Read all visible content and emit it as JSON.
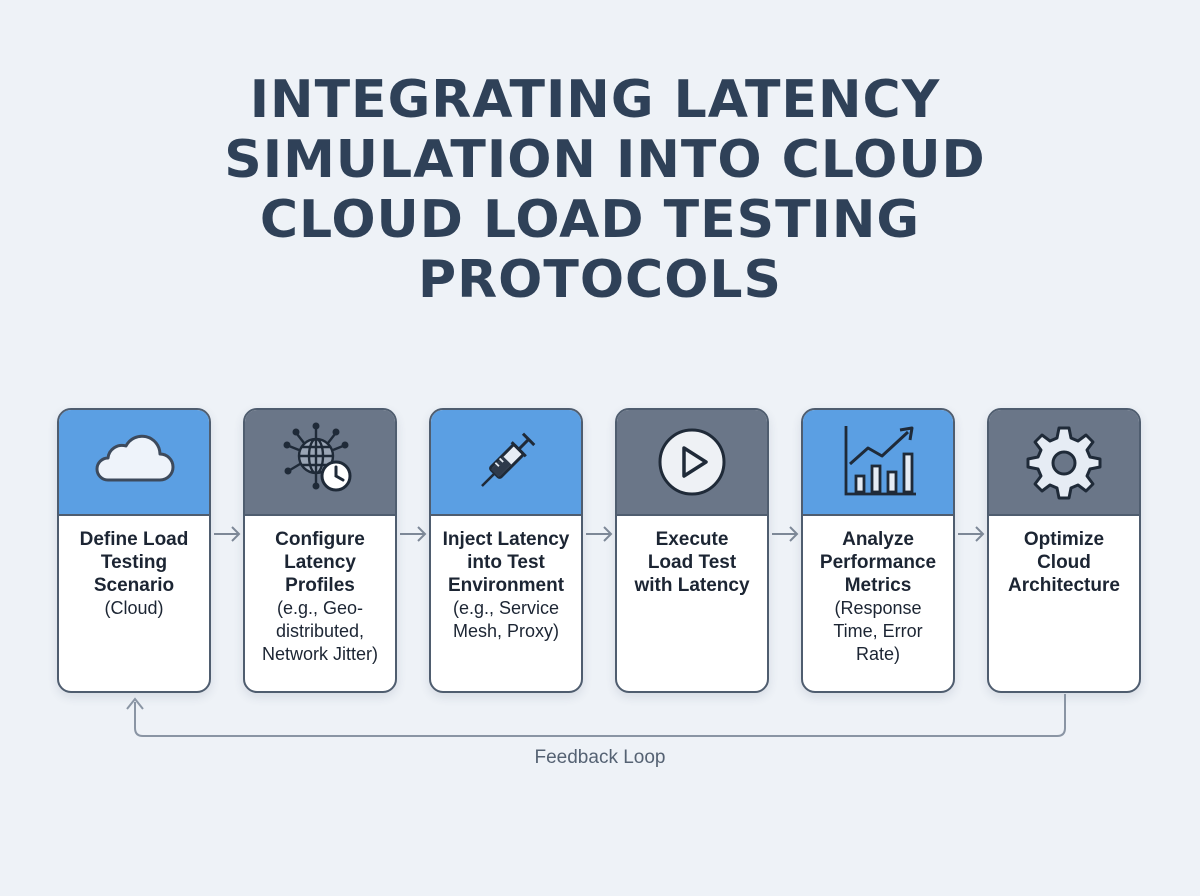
{
  "title": {
    "line1": "INTEGRATING LATENCY",
    "line2": "SIMULATION INTO CLOUD",
    "line3": "CLOUD LOAD TESTING",
    "line4": "PROTOCOLS"
  },
  "steps": [
    {
      "icon": "cloud-icon",
      "header_color": "#5b9fe3",
      "title_lines": [
        "Define Load",
        "Testing",
        "Scenario"
      ],
      "sub_lines": [
        "(Cloud)"
      ]
    },
    {
      "icon": "globe-clock-icon",
      "header_color": "#6a7688",
      "title_lines": [
        "Configure",
        "Latency",
        "Profiles"
      ],
      "sub_lines": [
        "(e.g., Geo-",
        "distributed,",
        "Network Jitter)"
      ]
    },
    {
      "icon": "syringe-icon",
      "header_color": "#5b9fe3",
      "title_lines": [
        "Inject Latency",
        "into Test",
        "Environment"
      ],
      "sub_lines": [
        "(e.g., Service",
        "Mesh, Proxy)"
      ]
    },
    {
      "icon": "play-icon",
      "header_color": "#6a7688",
      "title_lines": [
        "Execute",
        "Load Test",
        "with Latency"
      ],
      "sub_lines": []
    },
    {
      "icon": "bar-chart-trend-icon",
      "header_color": "#5b9fe3",
      "title_lines": [
        "Analyze",
        "Performance",
        "Metrics"
      ],
      "sub_lines": [
        "(Response",
        "Time, Error",
        "Rate)"
      ]
    },
    {
      "icon": "gear-icon",
      "header_color": "#6a7688",
      "title_lines": [
        "Optimize",
        "Cloud",
        "Architecture"
      ],
      "sub_lines": []
    }
  ],
  "feedback_loop": {
    "label": "Feedback Loop"
  }
}
